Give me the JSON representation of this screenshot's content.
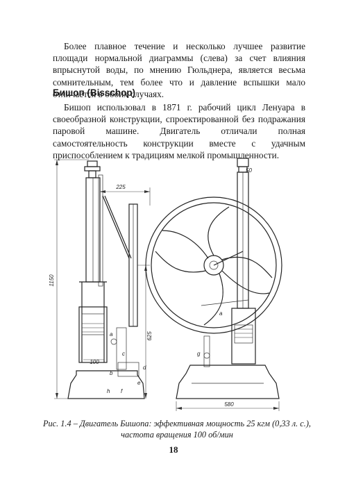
{
  "paragraph1": "Более плавное течение и несколько лучшее развитие площади нормальной диаграммы (слева) за счет влияния впрыснутой воды, по мнению Гюльднера, является весьма сомнительным, тем более что и давление вспышки мало отличается в обоих случаях.",
  "heading": "Бишоп (Bisschop)",
  "paragraph2": "Бишоп использовал в 1871 г. рабочий цикл Ленуара в своеобразной конструкции, спроектированной без подражания паровой машине. Двигатель отличали полная самостоятельность конструкции вместе с удачным приспособлением к традициям мелкой промышленности.",
  "figure": {
    "dimensions": {
      "height_total": "1150",
      "height_lower": "625",
      "width_top": "225",
      "width_bottom": "580",
      "piston_dim": "100",
      "small_dim": "50"
    },
    "labels": {
      "a": "a",
      "b": "b",
      "c": "c",
      "d": "d",
      "e": "e",
      "f": "f",
      "g": "g",
      "h": "h"
    }
  },
  "caption_line1": "Рис. 1.4 – Двигатель Бишопа: эффективная мощность 25 кгм (0,33 л. с.),",
  "caption_line2": "частота вращения 100 об/мин",
  "page_number": "18"
}
